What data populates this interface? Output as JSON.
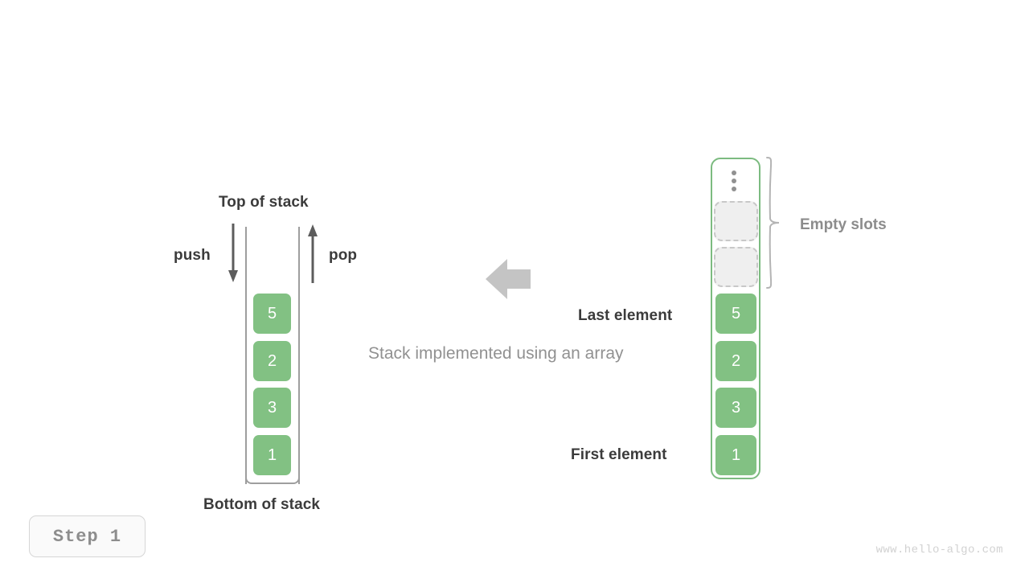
{
  "title": "Stack implemented using an array",
  "colors": {
    "element_green": "#82c183",
    "array_border_green": "#7cbb80",
    "empty_slot_fill": "#efefef",
    "empty_slot_border": "#c8c8c8",
    "label_dark": "#3b3b3b",
    "label_gray": "#8c8c8c",
    "caption_gray": "#919191",
    "arrow_gray": "#5c5c5c",
    "big_arrow_gray": "#c4c4c4",
    "watermark_gray": "#d2d2d2",
    "background": "#ffffff"
  },
  "caption": {
    "text": "Stack implemented using an array"
  },
  "stack_diagram": {
    "top_label": "Top of stack",
    "bottom_label": "Bottom of stack",
    "push_label": "push",
    "pop_label": "pop",
    "elements": [
      {
        "value": "5"
      },
      {
        "value": "2"
      },
      {
        "value": "3"
      },
      {
        "value": "1"
      }
    ]
  },
  "array_diagram": {
    "empty_slots_label": "Empty slots",
    "last_element_label": "Last element",
    "first_element_label": "First element",
    "ellipsis": "vertical-ellipsis",
    "empty_slot_count": 2,
    "elements": [
      {
        "value": "5"
      },
      {
        "value": "2"
      },
      {
        "value": "3"
      },
      {
        "value": "1"
      }
    ]
  },
  "step_badge": {
    "label": "Step 1"
  },
  "watermark": {
    "text": "www.hello-algo.com"
  }
}
